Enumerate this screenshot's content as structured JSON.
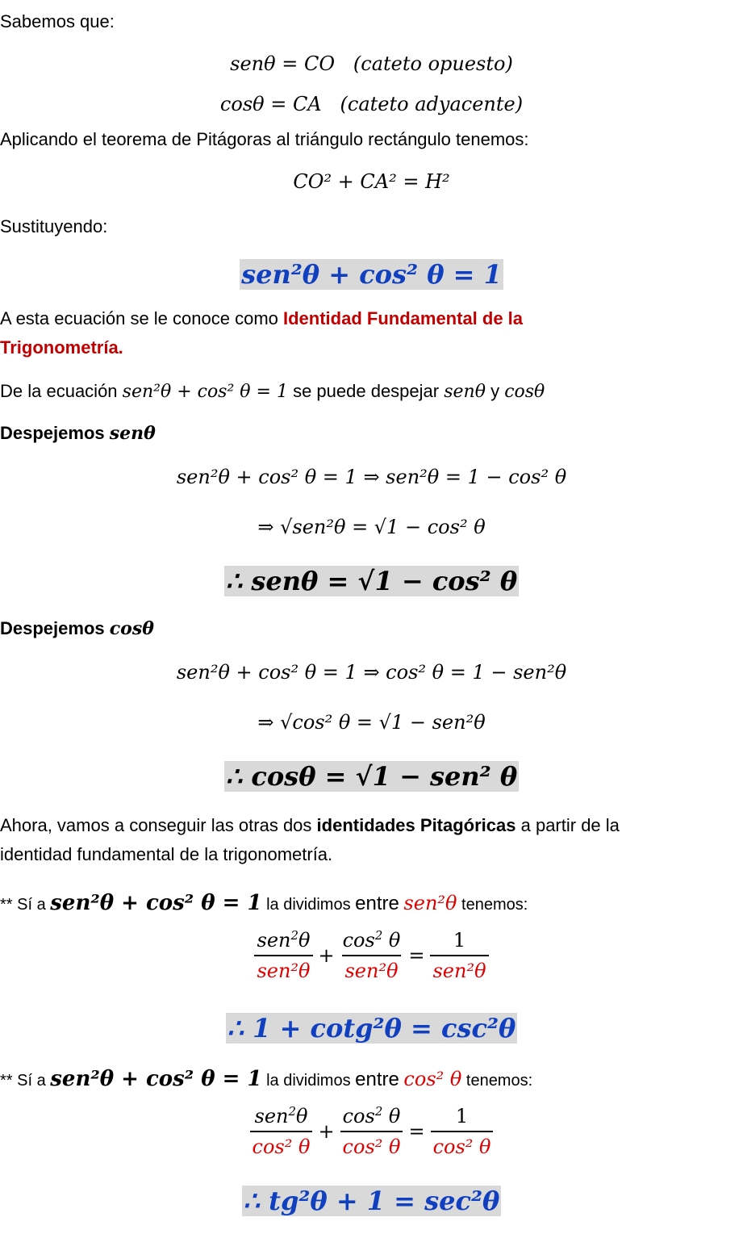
{
  "intro": "Sabemos que:",
  "def_sen": {
    "lhs": "senθ = CO",
    "note": "(cateto opuesto)"
  },
  "def_cos": {
    "lhs": "cosθ = CA",
    "note": "(cateto adyacente)"
  },
  "pitagoras_text": "Aplicando el teorema de Pitágoras al triángulo rectángulo tenemos:",
  "pitagoras_eq": "CO² + CA² = H²",
  "sustituyendo": "Sustituyendo:",
  "fundamental_eq": "sen²θ + cos² θ = 1",
  "identity_text": {
    "pre": "A esta ecuación se le conoce como ",
    "highlight_1": "Identidad Fundamental de la",
    "highlight_2": "Trigonometría."
  },
  "despejar_text": {
    "pre": "De la ecuación ",
    "eq": "sen²θ + cos² θ = 1",
    "mid": " se puede despejar ",
    "a": "senθ",
    "y": " y ",
    "b": "cosθ"
  },
  "sec_sen": {
    "heading": "Despejemos",
    "var": "senθ",
    "line1": "sen²θ + cos² θ = 1 ⇒ sen²θ = 1 − cos² θ",
    "line2": "⇒ √sen²θ = √1 − cos² θ",
    "result": "∴ senθ = √1 − cos² θ"
  },
  "sec_cos": {
    "heading": "Despejemos",
    "var": "cosθ",
    "line1": "sen²θ + cos² θ = 1 ⇒ cos² θ = 1 − sen²θ",
    "line2": "⇒ √cos² θ = √1 − sen²θ",
    "result": "∴ cosθ = √1 − sen² θ"
  },
  "ahora_text": {
    "pre": "Ahora, vamos a conseguir las otras dos ",
    "bold": "identidades Pitagóricas",
    "post_1": " a partir de la",
    "post_2": "identidad fundamental de la trigonometría."
  },
  "div1": {
    "prefix": "** Sí a ",
    "eq": "sen²θ + cos² θ = 1",
    "mid": " la dividimos ",
    "entre": "entre",
    "divisor": "sen²θ",
    "post": " tenemos:",
    "result": "∴ 1 + cotg²θ = csc²θ"
  },
  "div2": {
    "prefix": "** Sí a ",
    "eq": "sen²θ + cos² θ = 1",
    "mid": " la dividimos ",
    "entre": "entre",
    "divisor": "cos² θ",
    "post": " tenemos:",
    "result": "∴ tg²θ + 1 = sec²θ"
  },
  "colors": {
    "red_text": "#c00000",
    "red_math": "#e00000",
    "blue": "#1040c0",
    "highlight": "#d9d9d9"
  }
}
